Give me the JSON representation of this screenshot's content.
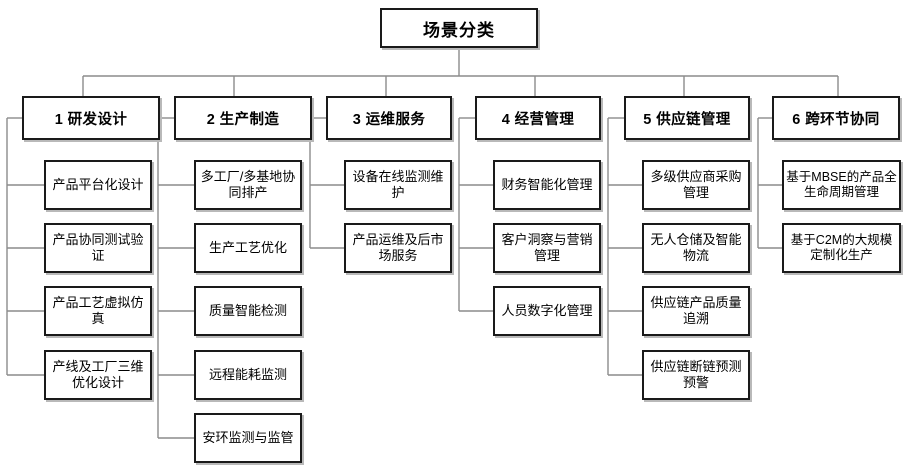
{
  "diagram": {
    "title": "场景分类",
    "type": "organization-tree",
    "colors": {
      "box_border": "#1a1a1a",
      "connector": "#8c8c8c",
      "background": "#ffffff",
      "shadow": "#b9b9b9",
      "text": "#000000"
    },
    "root": {
      "label": "场景分类"
    },
    "branches": [
      {
        "id": 1,
        "label": "1 研发设计",
        "children": [
          {
            "label": "产品平台化设计"
          },
          {
            "label": "产品协同测试验证"
          },
          {
            "label": "产品工艺虚拟仿真"
          },
          {
            "label": "产线及工厂三维优化设计"
          }
        ]
      },
      {
        "id": 2,
        "label": "2 生产制造",
        "children": [
          {
            "label": "多工厂/多基地协同排产"
          },
          {
            "label": "生产工艺优化"
          },
          {
            "label": "质量智能检测"
          },
          {
            "label": "远程能耗监测"
          },
          {
            "label": "安环监测与监管"
          }
        ]
      },
      {
        "id": 3,
        "label": "3 运维服务",
        "children": [
          {
            "label": "设备在线监测维护"
          },
          {
            "label": "产品运维及后市场服务"
          }
        ]
      },
      {
        "id": 4,
        "label": "4 经营管理",
        "children": [
          {
            "label": "财务智能化管理"
          },
          {
            "label": "客户洞察与营销管理"
          },
          {
            "label": "人员数字化管理"
          }
        ]
      },
      {
        "id": 5,
        "label": "5 供应链管理",
        "children": [
          {
            "label": "多级供应商采购管理"
          },
          {
            "label": "无人仓储及智能物流"
          },
          {
            "label": "供应链产品质量追溯"
          },
          {
            "label": "供应链断链预测预警"
          }
        ]
      },
      {
        "id": 6,
        "label": "6 跨环节协同",
        "children": [
          {
            "label": "基于MBSE的产品全生命周期管理"
          },
          {
            "label": "基于C2M的大规模定制化生产"
          }
        ]
      }
    ]
  }
}
